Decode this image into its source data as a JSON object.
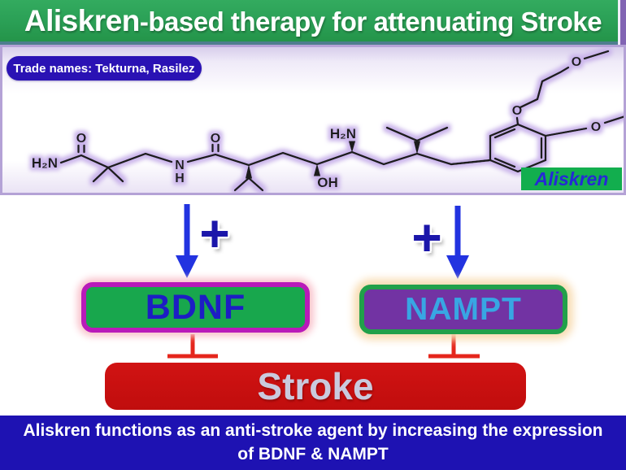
{
  "header": {
    "title_emphasis": "Aliskren",
    "title_rest": "-based therapy for attenuating Stroke"
  },
  "structure_panel": {
    "trade_names_label": "Trade names: Tekturna, Rasilez",
    "compound_label": "Aliskren",
    "molecule_labels": {
      "amide_h2n": "H₂N",
      "carbonyl_o_1": "O",
      "amide_n": "N",
      "amide_h": "H",
      "carbonyl_o_2": "O",
      "hydroxyl_oh": "OH",
      "amine_h2n": "H₂N",
      "ring_o": "O",
      "propoxy_o": "O",
      "methoxy_o": "O"
    }
  },
  "pathway": {
    "plus": "+",
    "bdnf_label": "BDNF",
    "nampt_label": "NAMPT",
    "stroke_label": "Stroke"
  },
  "footer": {
    "caption_line1": "Aliskren functions as an anti-stroke agent by increasing the expression",
    "caption_line2": "of BDNF & NAMPT"
  },
  "colors": {
    "header_green": "#2aa055",
    "header_underline": "#4e7e8e",
    "panel_lavender": "#d7cdeb",
    "molecule_glow": "#c9b3ea",
    "trade_pill_blue": "#2a12b4",
    "compound_tag_green": "#12ae4e",
    "arrow_blue": "#2233e0",
    "plus_navy": "#1b16aa",
    "bdnf_fill": "#18a74d",
    "bdnf_border": "#b91ab9",
    "bdnf_text": "#1d1dc4",
    "nampt_fill": "#7233a3",
    "nampt_border": "#21a04a",
    "nampt_text": "#38a6e3",
    "inhibit_red": "#e5261c",
    "stroke_fill": "#c80f0f",
    "stroke_text": "#cacadd",
    "footer_blue": "#1e12b2"
  }
}
